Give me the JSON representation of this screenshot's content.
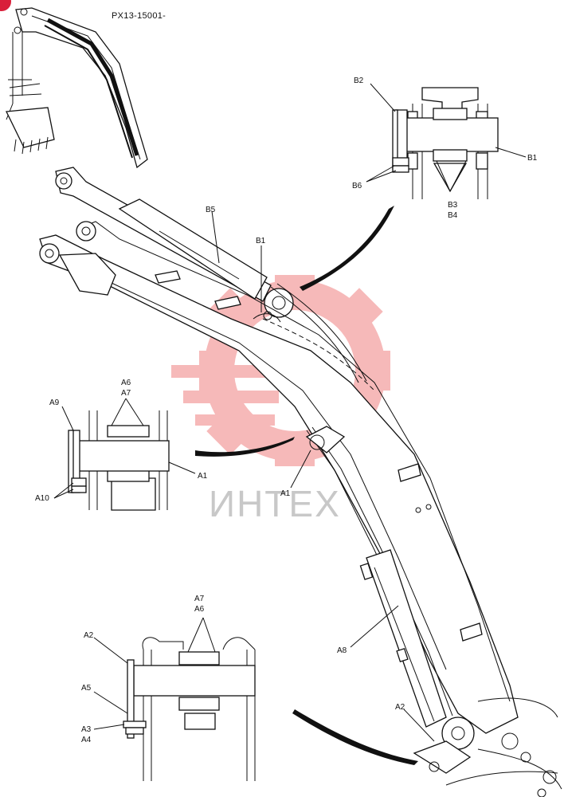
{
  "doc_id": "PX13-15001-",
  "watermark": {
    "text": "ИНТЕХ",
    "color": "#f08080"
  },
  "labels": {
    "b2": "B2",
    "b1_detail": "B1",
    "b6": "B6",
    "b3": "B3",
    "b4": "B4",
    "b5": "B5",
    "b1_main": "B1",
    "a6_top": "A6",
    "a7_top": "A7",
    "a9": "A9",
    "a1_detail": "A1",
    "a10": "A10",
    "a1_main": "A1",
    "a8": "A8",
    "a7_bottom": "A7",
    "a6_bottom": "A6",
    "a2_detail": "A2",
    "a5": "A5",
    "a3": "A3",
    "a4": "A4",
    "a2_main": "A2"
  },
  "icons": [
    "excavator-thumbnail-icon",
    "watermark-gear-icon",
    "corner-marker-icon"
  ]
}
